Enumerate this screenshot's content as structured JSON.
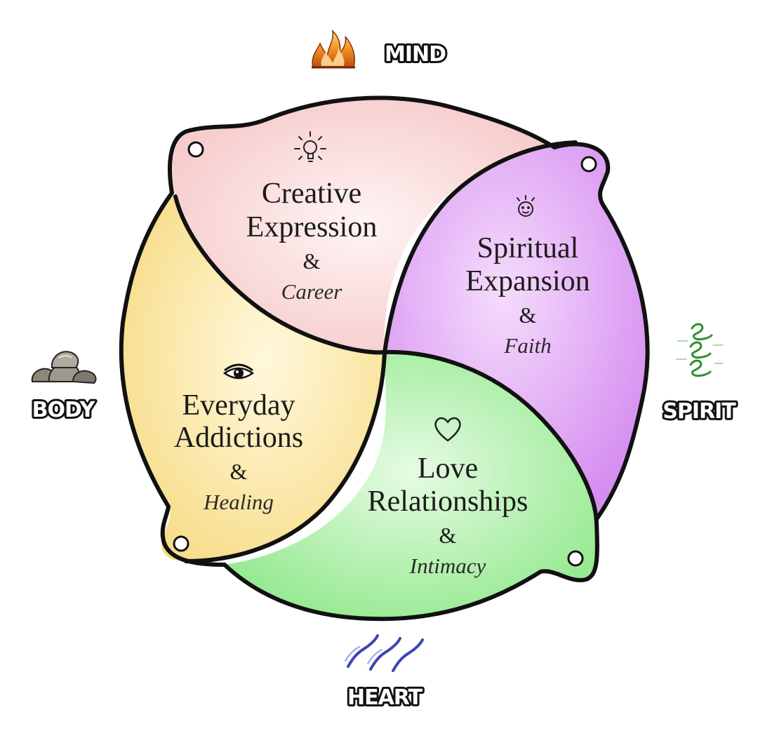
{
  "directions": {
    "mind": "MIND",
    "spirit": "SPIRIT",
    "heart": "HEART",
    "body": "BODY"
  },
  "quadrants": {
    "creative": {
      "line1": "Creative",
      "line2": "Expression",
      "amp": "&",
      "sub": "Career",
      "icon": "lightbulb-icon"
    },
    "spiritual": {
      "line1": "Spiritual",
      "line2": "Expansion",
      "amp": "&",
      "sub": "Faith",
      "icon": "smiling-face-icon"
    },
    "love": {
      "line1": "Love",
      "line2": "Relationships",
      "amp": "&",
      "sub": "Intimacy",
      "icon": "heart-icon"
    },
    "everyday": {
      "line1": "Everyday",
      "line2": "Addictions",
      "amp": "&",
      "sub": "Healing",
      "icon": "eye-icon"
    }
  },
  "colors": {
    "creative": "#fbd6d6",
    "spiritual": "#e2a4f5",
    "love": "#a9efa4",
    "everyday": "#fbe7a0",
    "outline": "#111111",
    "fire": "#f08a1c",
    "water": "#3b47b5",
    "air": "#3aa43a",
    "stone": "#7a746a"
  },
  "element_icons": {
    "mind": "fire-icon",
    "spirit": "green-swirl-icon",
    "heart": "blue-waves-icon",
    "body": "rocks-icon"
  }
}
